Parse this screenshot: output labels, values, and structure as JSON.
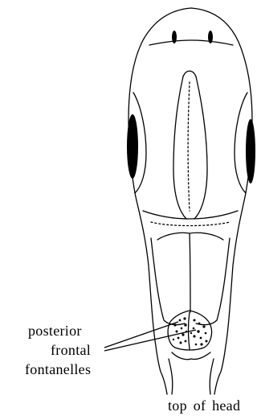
{
  "labels": {
    "line1": "posterior",
    "line2": "frontal",
    "line3": "fontanelles"
  },
  "caption": "top of head",
  "colors": {
    "ink": "#000000",
    "paper": "#ffffff"
  }
}
